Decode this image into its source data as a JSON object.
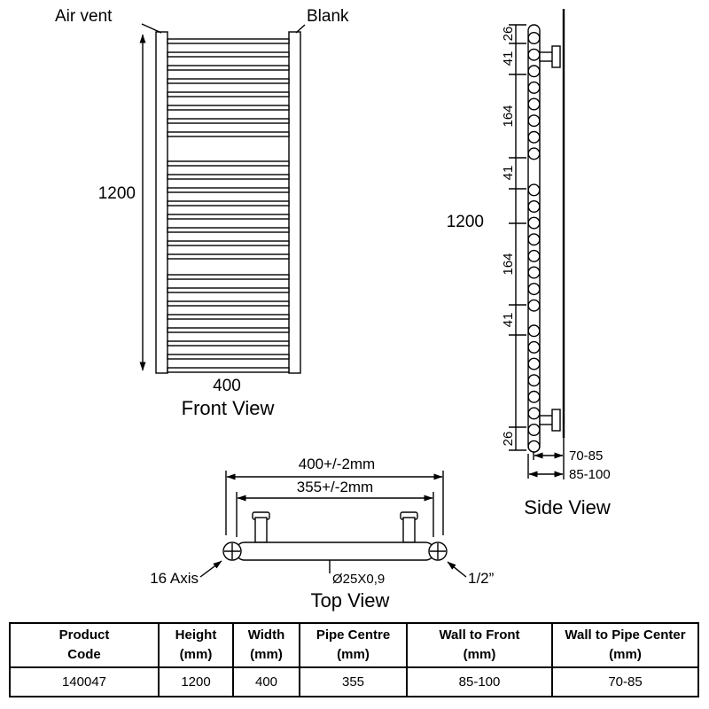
{
  "front_view": {
    "air_vent": "Air vent",
    "blank": "Blank",
    "height": "1200",
    "width": "400",
    "caption": "Front View"
  },
  "side_view": {
    "dims": [
      "26",
      "41",
      "164",
      "41",
      "164",
      "41",
      "26"
    ],
    "height": "1200",
    "wall_to_pipe": "70-85",
    "wall_to_front": "85-100",
    "caption": "Side View"
  },
  "top_view": {
    "overall_width": "400+/-2mm",
    "pipe_centre": "355+/-2mm",
    "axis": "16 Axis",
    "tube": "Ø25X0,9",
    "valve": "1/2”",
    "caption": "Top View"
  },
  "table": {
    "headers": [
      "Product\nCode",
      "Height\n(mm)",
      "Width\n(mm)",
      "Pipe Centre\n(mm)",
      "Wall to Front\n(mm)",
      "Wall to Pipe Center\n(mm)"
    ],
    "row": [
      "140047",
      "1200",
      "400",
      "355",
      "85-100",
      "70-85"
    ]
  }
}
